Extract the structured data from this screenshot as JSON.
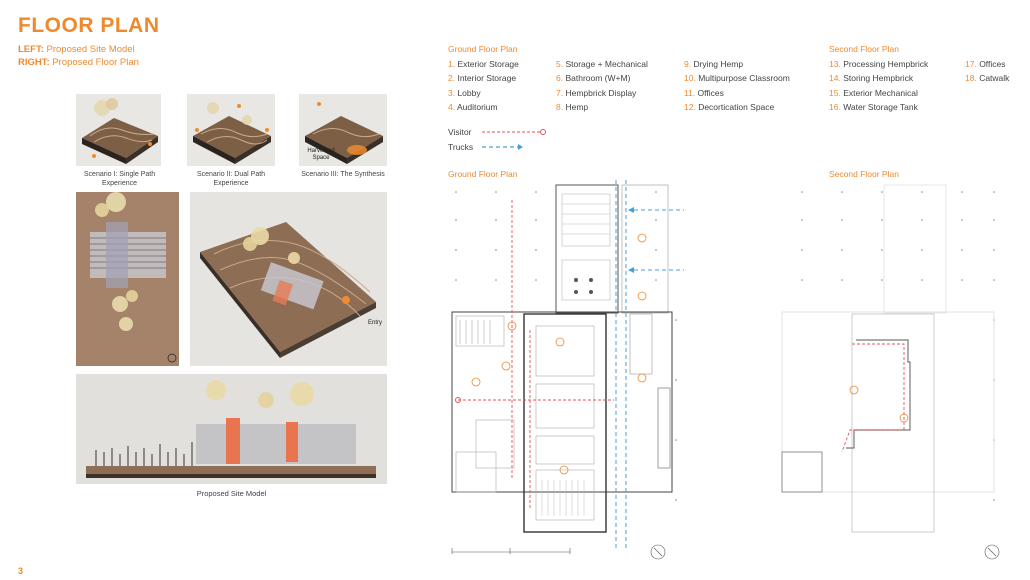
{
  "page": {
    "title": "FLOOR PLAN",
    "left_label": "LEFT:",
    "left_text": "Proposed Site Model",
    "right_label": "RIGHT:",
    "right_text": "Proposed Floor Plan",
    "page_number": "3"
  },
  "models": {
    "scenario1": "Scenario I: Single Path Experience",
    "scenario2": "Scenario II: Dual Path Experience",
    "scenario3": "Scenario III: The Synthesis",
    "harvested": "Harvested Space",
    "entry": "Entry",
    "bottom_caption": "Proposed Site Model"
  },
  "legend": {
    "ground_title": "Ground Floor Plan",
    "second_title": "Second Floor Plan",
    "col1": [
      "1. Exterior Storage",
      "2. Interior Storage",
      "3. Lobby",
      "4. Auditorium"
    ],
    "col2": [
      "5. Storage + Mechanical",
      "6. Bathroom (W+M)",
      "7. Hempbrick Display",
      "8. Hemp"
    ],
    "col3": [
      "9. Drying Hemp",
      "10. Multipurpose Classroom",
      "11. Offices",
      "12. Decortication Space"
    ],
    "col4": [
      "13. Processing Hempbrick",
      "14. Storing Hempbrick",
      "15. Exterior Mechanical",
      "16. Water Storage Tank"
    ],
    "col5": [
      "17. Offices",
      "18. Catwalk"
    ],
    "visitor": "Visitor",
    "trucks": "Trucks",
    "visitor_color": "#e8525a",
    "trucks_color": "#4a9fd8"
  },
  "plans": {
    "ground_title": "Ground Floor Plan",
    "second_title": "Second Floor Plan"
  },
  "colors": {
    "accent": "#ee8a2e",
    "wood": "#8b6a4f"
  }
}
